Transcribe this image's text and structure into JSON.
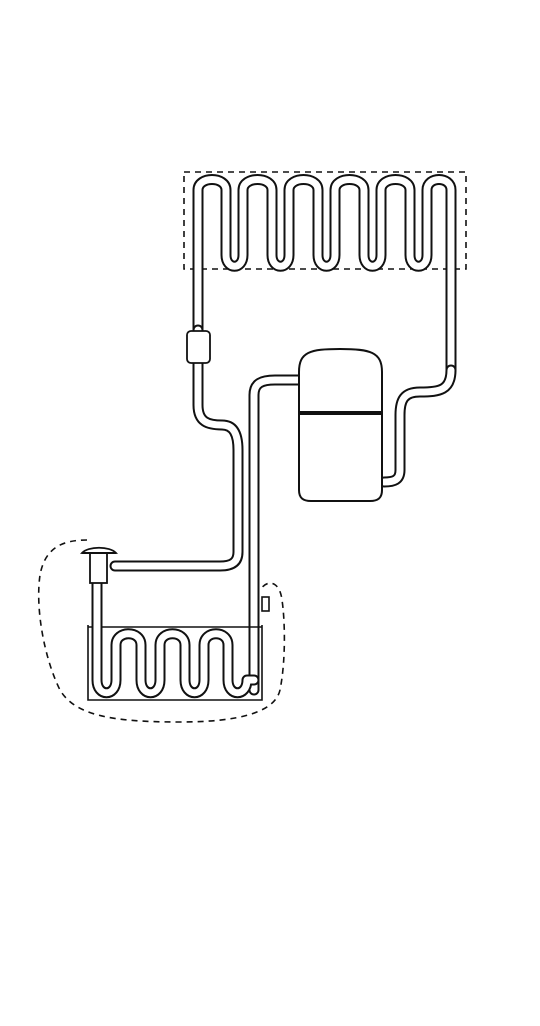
{
  "diagram": {
    "kind": "refrigeration-circuit",
    "colors": {
      "background": "#ffffff",
      "line": "#111111"
    },
    "components": [
      {
        "id": "condenser",
        "shape": "serpentine-coil",
        "enclosure": "dashed-rectangle"
      },
      {
        "id": "filter-drier",
        "shape": "inline-capsule"
      },
      {
        "id": "compressor",
        "shape": "hermetic-dome"
      },
      {
        "id": "expansion-valve",
        "shape": "valve"
      },
      {
        "id": "evaporator",
        "shape": "serpentine-coil",
        "enclosure": "dashed-blob"
      },
      {
        "id": "sensing-bulb",
        "shape": "small-rectangle"
      }
    ]
  }
}
